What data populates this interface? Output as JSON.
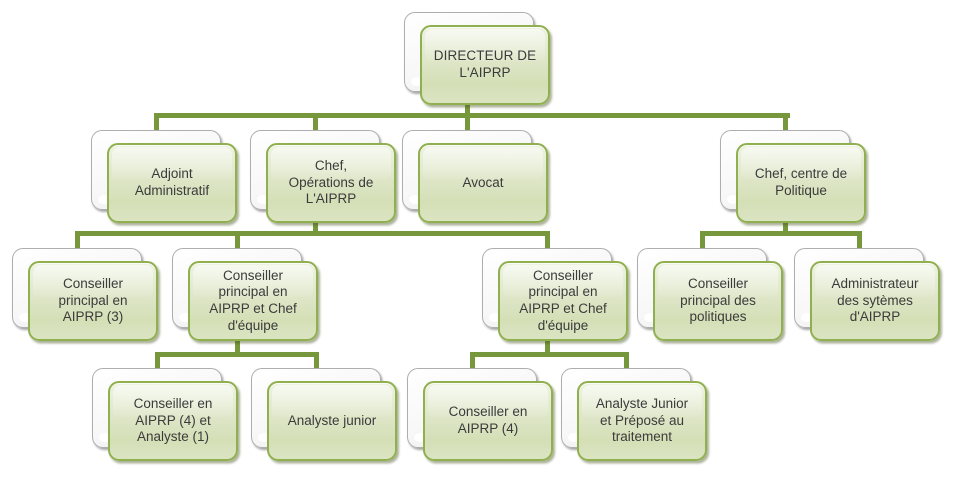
{
  "diagram": {
    "type": "org-chart",
    "language": "fr",
    "nodes": [
      {
        "id": "directeur",
        "label": "DIRECTEUR DE\nL'AIPRP",
        "reports_to": null
      },
      {
        "id": "adjoint-administratif",
        "label": "Adjoint\nAdministratif",
        "reports_to": "directeur"
      },
      {
        "id": "chef-operations-aiprp",
        "label": "Chef,\nOpérations de\nL'AIPRP",
        "reports_to": "directeur"
      },
      {
        "id": "avocat",
        "label": "Avocat",
        "reports_to": "directeur"
      },
      {
        "id": "chef-centre-politique",
        "label": "Chef, centre de\nPolitique",
        "reports_to": "directeur"
      },
      {
        "id": "conseiller-principal-aiprp-3",
        "label": "Conseiller\nprincipal en\nAIPRP (3)",
        "reports_to": "chef-operations-aiprp"
      },
      {
        "id": "conseiller-chef-equipe-1",
        "label": "Conseiller\nprincipal en\nAIPRP et Chef\nd'équipe",
        "reports_to": "chef-operations-aiprp"
      },
      {
        "id": "conseiller-chef-equipe-2",
        "label": "Conseiller\nprincipal en\nAIPRP et Chef\nd'équipe",
        "reports_to": "chef-operations-aiprp"
      },
      {
        "id": "conseiller-principal-politiques",
        "label": "Conseiller\nprincipal des\npolitiques",
        "reports_to": "chef-centre-politique"
      },
      {
        "id": "administrateur-systemes-aiprp",
        "label": "Administrateur\ndes sytèmes\nd'AIPRP",
        "reports_to": "chef-centre-politique"
      },
      {
        "id": "conseiller-aiprp-4-analyste-1",
        "label": "Conseiller en\nAIPRP (4) et\nAnalyste (1)",
        "reports_to": "conseiller-chef-equipe-1"
      },
      {
        "id": "analyste-junior",
        "label": "Analyste junior",
        "reports_to": "conseiller-chef-equipe-1"
      },
      {
        "id": "conseiller-aiprp-4",
        "label": "Conseiller en\nAIPRP (4)",
        "reports_to": "conseiller-chef-equipe-2"
      },
      {
        "id": "analyste-junior-prepose",
        "label": "Analyste Junior\net Préposé au\ntraitement",
        "reports_to": "conseiller-chef-equipe-2"
      }
    ],
    "colors": {
      "box_fill_top": "#eef3e1",
      "box_fill_bottom": "#d4dfb6",
      "box_border": "#90b04f",
      "connector": "#76973b",
      "back_box_fill": "#ffffff",
      "text": "#3b3b3b",
      "background": "#ffffff"
    }
  }
}
